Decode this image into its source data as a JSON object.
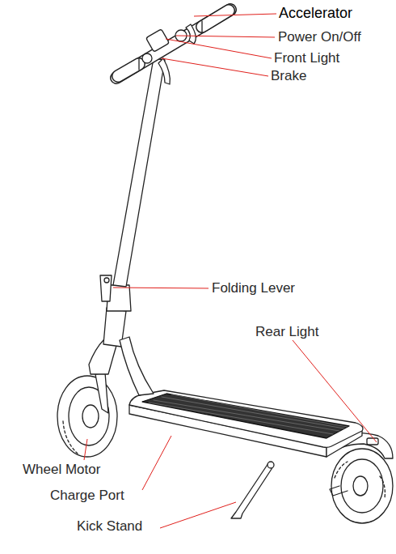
{
  "diagram": {
    "labels": [
      "Accelerator",
      "Power On/Off",
      "Front Light",
      "Brake",
      "Folding Lever",
      "Rear Light",
      "Wheel Motor",
      "Charge Port",
      "Kick Stand"
    ]
  }
}
